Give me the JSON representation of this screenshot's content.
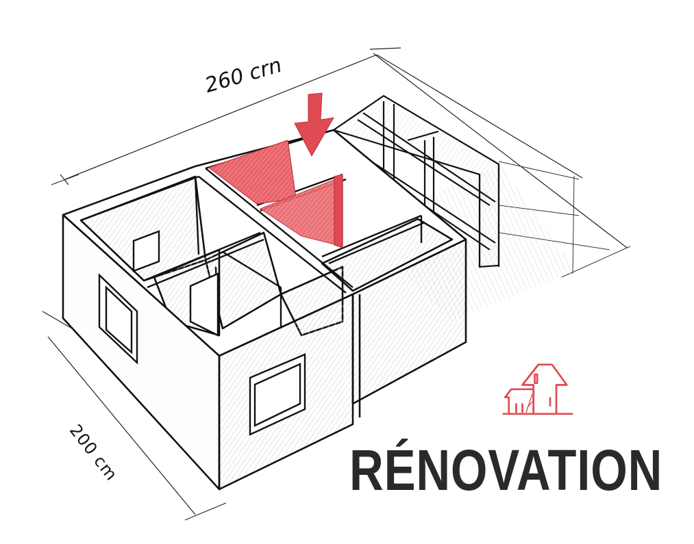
{
  "illustration": {
    "subject": "isometric sketch of house floor plan under renovation",
    "dimensions": {
      "top": "260 crn",
      "left": "200 cm"
    },
    "highlight": {
      "arrow_icon": "down-arrow-icon",
      "description": "red highlighted wall section under renovation"
    },
    "colors": {
      "accent": "#e04a52",
      "line": "#111111",
      "hatch": "#c8c8c8",
      "title": "#2a2a2a",
      "background": "#ffffff"
    }
  },
  "logo": {
    "icon": "house-icon",
    "color": "#e04a52"
  },
  "title": "RÉNOVATION"
}
